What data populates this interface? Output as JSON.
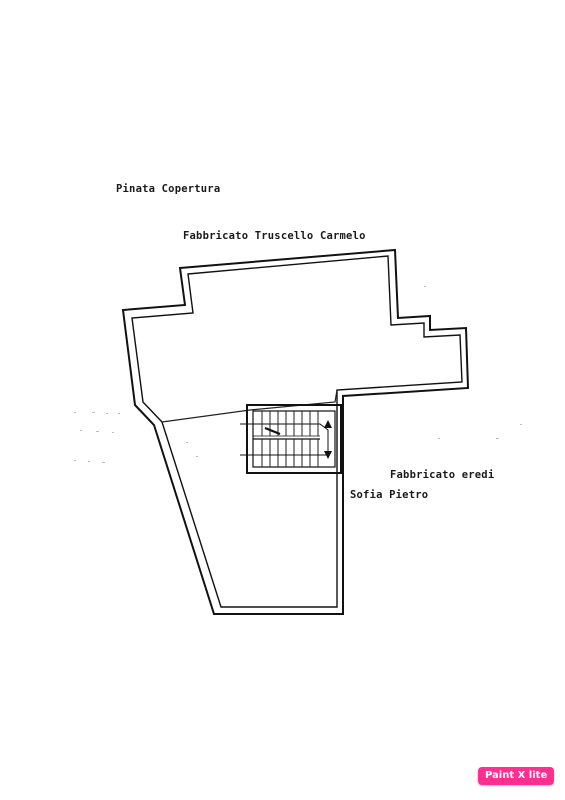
{
  "drawing": {
    "title": "Pinata  Copertura",
    "neighbor_north": "Fabbricato Truscello Carmelo",
    "neighbor_east_line1": "Fabbricato eredi",
    "neighbor_east_line2": "Sofia Pietro"
  },
  "watermark": {
    "label": "Paint X lite",
    "color": "#ff2f92"
  }
}
